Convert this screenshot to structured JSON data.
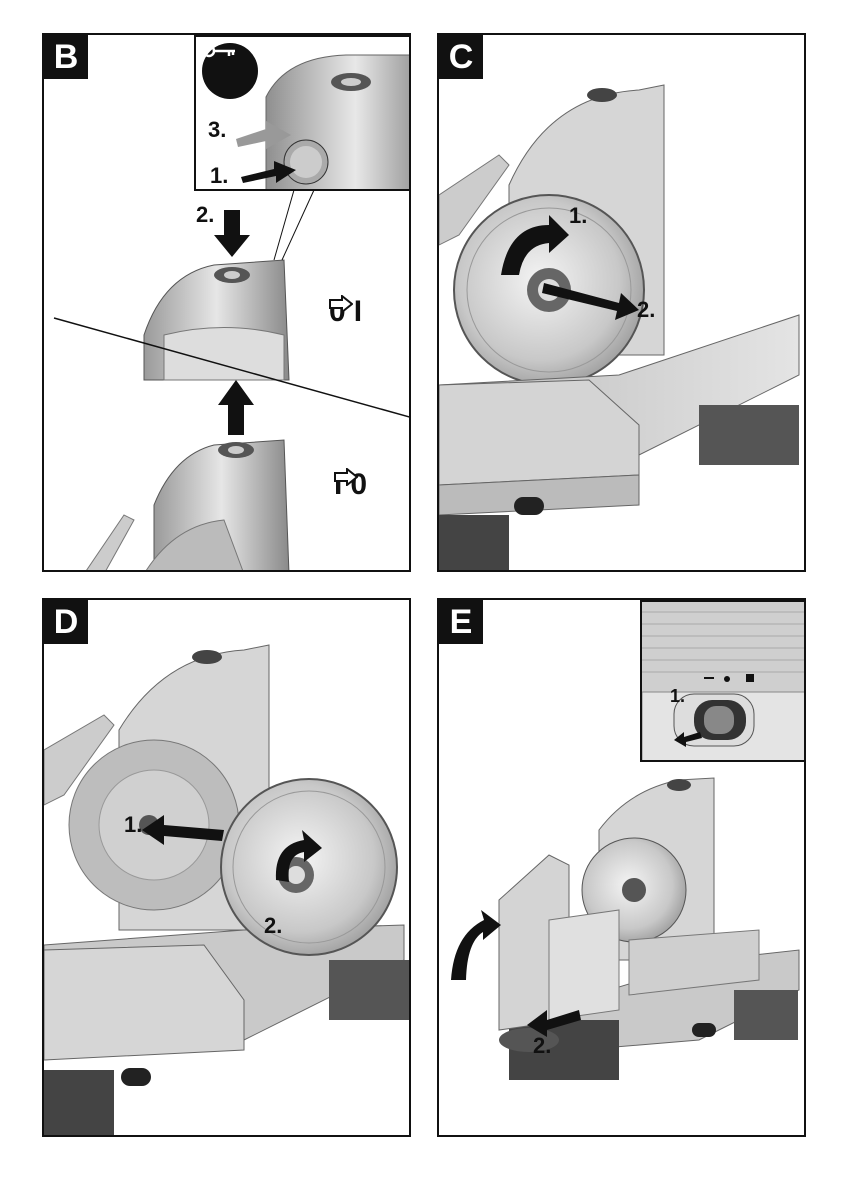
{
  "panels": {
    "b": {
      "letter": "B",
      "steps": [
        "3.",
        "1.",
        "2."
      ],
      "state_on": {
        "from": "0",
        "to": "I"
      },
      "state_off": {
        "from": "I",
        "to": "0"
      },
      "key_icon": "key-icon"
    },
    "c": {
      "letter": "C",
      "steps": [
        "1.",
        "2."
      ]
    },
    "d": {
      "letter": "D",
      "steps": [
        "1.",
        "2."
      ]
    },
    "e": {
      "letter": "E",
      "steps": [
        "1.",
        "2."
      ]
    }
  },
  "colors": {
    "ink": "#111111",
    "metal_light": "#d9d9d9",
    "metal_mid": "#b5b5b5",
    "metal_dark": "#6e6e6e"
  }
}
